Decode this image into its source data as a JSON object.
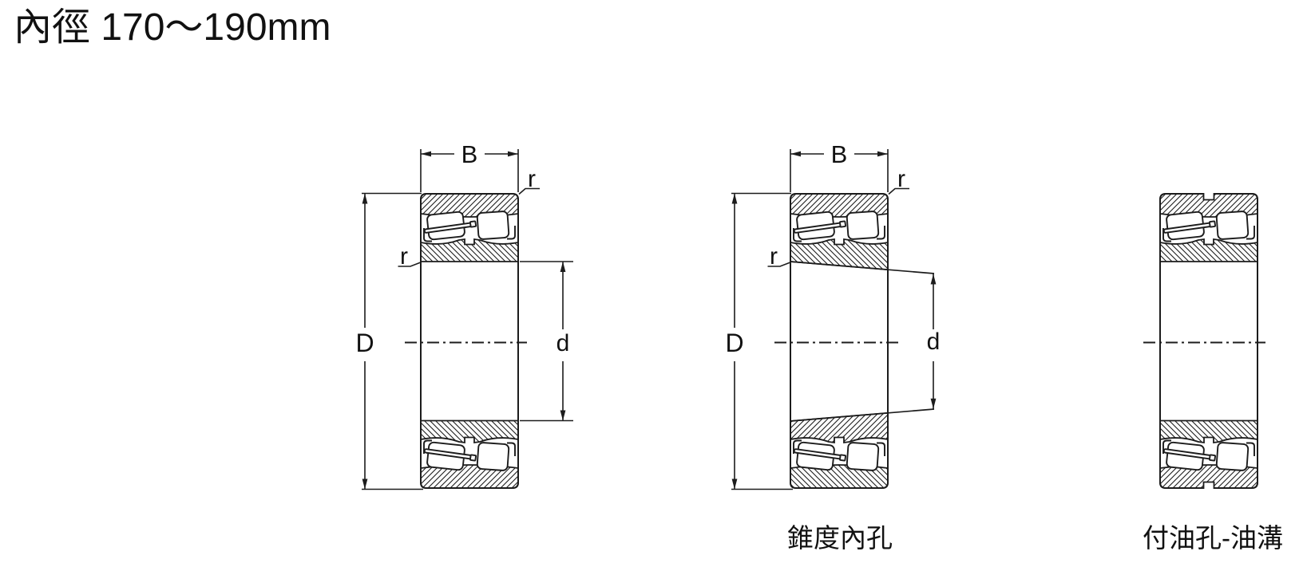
{
  "page": {
    "title": "內徑 170～190mm",
    "background_color": "#ffffff",
    "line_color": "#1c1c1c"
  },
  "diagrams": [
    {
      "name": "spherical-roller-bearing-cylindrical-bore",
      "caption": "",
      "labels": {
        "width": "B",
        "outer_diameter": "D",
        "bore_diameter": "d",
        "fillet_top": "r",
        "fillet_side": "r"
      }
    },
    {
      "name": "spherical-roller-bearing-tapered-bore",
      "caption": "錐度內孔",
      "labels": {
        "width": "B",
        "outer_diameter": "D",
        "bore_diameter": "d",
        "fillet_top": "r",
        "fillet_side": "r"
      }
    },
    {
      "name": "spherical-roller-bearing-oil-hole-groove",
      "caption": "付油孔-油溝",
      "labels": {}
    }
  ]
}
